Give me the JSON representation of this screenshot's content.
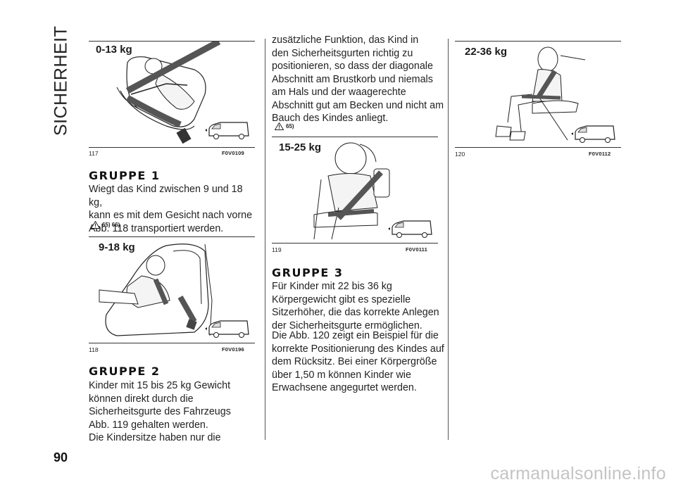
{
  "section_title": "SICHERHEIT",
  "page_number": "90",
  "figures": [
    {
      "label": "0-13 kg",
      "number": "117",
      "code": "F0V0109"
    },
    {
      "label": "9-18 kg",
      "number": "118",
      "code": "F0V0196"
    },
    {
      "label": "15-25 kg",
      "number": "119",
      "code": "F0V0111"
    },
    {
      "label": "22-36 kg",
      "number": "120",
      "code": "F0V0112"
    }
  ],
  "groups": [
    {
      "heading": "GRUPPE 1",
      "text": "Wiegt das Kind zwischen 9 und 18 kg,\nkann es mit dem Gesicht nach vorne\nAbb. 118 transportiert werden.",
      "warnings": "65)  66)"
    },
    {
      "heading": "GRUPPE 2",
      "text": "Kinder mit 15 bis 25 kg Gewicht\nkönnen direkt durch die\nSicherheitsgurte des Fahrzeugs\nAbb. 119 gehalten werden.\nDie Kindersitze haben nur die"
    },
    {
      "heading": "GRUPPE 3",
      "text": "Für Kinder mit 22 bis 36 kg\nKörpergewicht gibt es spezielle\nSitzerhöher, die das korrekte Anlegen\nder Sicherheitsgurte ermöglichen.",
      "text2": "Die Abb. 120 zeigt ein Beispiel für die\nkorrekte Positionierung des Kindes auf\ndem Rücksitz. Bei einer Körpergröße\nüber 1,50 m können Kinder wie\nErwachsene angegurtet werden."
    }
  ],
  "continuation": {
    "text": "zusätzliche Funktion, das Kind in\nden Sicherheitsgurten richtig zu\npositionieren, so dass der diagonale\nAbschnitt am Brustkorb und niemals\nam Hals und der waagerechte\nAbschnitt gut am Becken und nicht am\nBauch des Kindes anliegt.",
    "warnings": "65)"
  },
  "watermark": "carmanualsonline.info"
}
